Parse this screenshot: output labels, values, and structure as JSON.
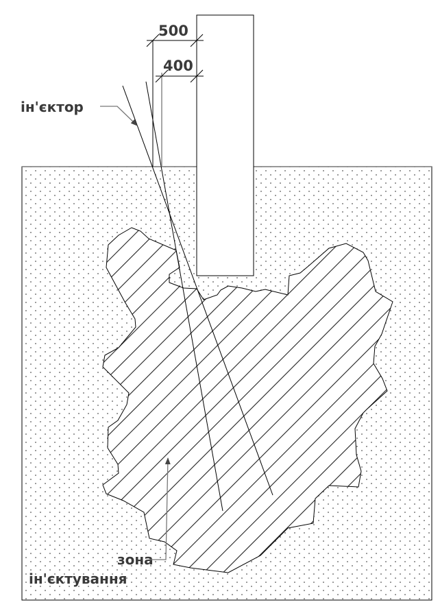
{
  "dimensions": {
    "outer": "500",
    "inner": "400"
  },
  "labels": {
    "injector": "ін'єктор",
    "zone_line1": "зона",
    "zone_line2": "ін'єктування"
  },
  "colors": {
    "line": "#000000",
    "label": "#3a3a3a",
    "leader": "#707070",
    "soil_dots": "#555555"
  }
}
